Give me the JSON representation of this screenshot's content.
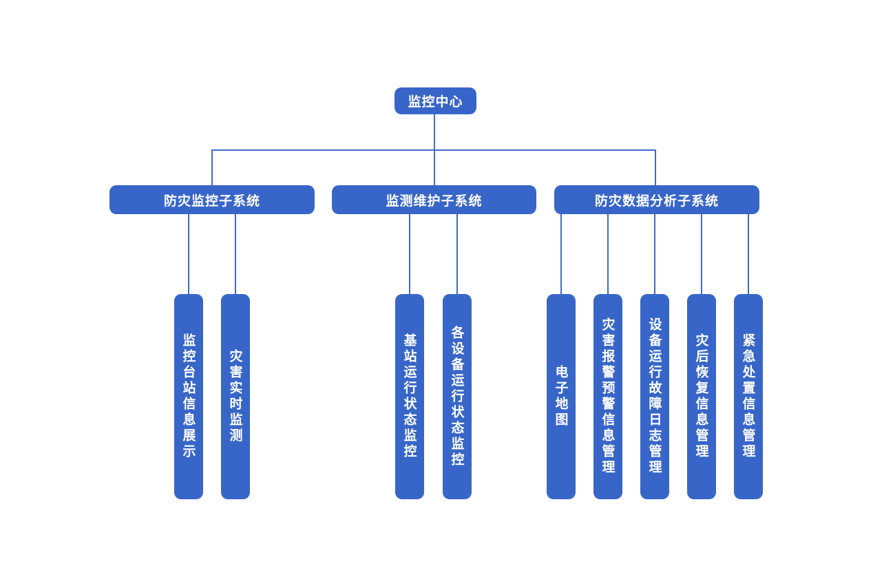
{
  "colors": {
    "node_fill": "#3866C8",
    "node_text": "#FFFFFF",
    "connector": "#3E6BC9",
    "background": "#FFFFFF"
  },
  "org_chart": {
    "type": "organization-chart",
    "root": {
      "label": "监控中心"
    },
    "branches": [
      {
        "label": "防灾监控子系统",
        "children": [
          {
            "label": "监控台站信息展示"
          },
          {
            "label": "灾害实时监测"
          }
        ]
      },
      {
        "label": "监测维护子系统",
        "children": [
          {
            "label": "基站运行状态监控"
          },
          {
            "label": "各设备运行状态监控"
          }
        ]
      },
      {
        "label": "防灾数据分析子系统",
        "children": [
          {
            "label": "电子地图"
          },
          {
            "label": "灾害报警预警信息管理"
          },
          {
            "label": "设备运行故障日志管理"
          },
          {
            "label": "灾后恢复信息管理"
          },
          {
            "label": "紧急处置信息管理"
          }
        ]
      }
    ]
  }
}
